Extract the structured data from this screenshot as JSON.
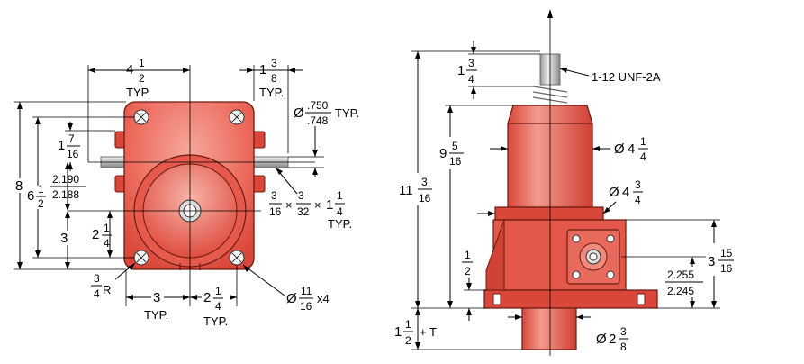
{
  "colors": {
    "body": "#e8574a",
    "body_light": "#f3a195",
    "body_dark": "#c43a2e",
    "outline": "#6a1a10",
    "shaft": "#c8c8c8"
  },
  "left_view": {
    "width_label": {
      "whole": "4",
      "num": "1",
      "den": "2",
      "note": "TYP."
    },
    "shaft_len": {
      "whole": "1",
      "num": "3",
      "den": "8",
      "note": "TYP."
    },
    "shaft_dia": {
      "prefix": "Ø",
      "num": ".750",
      "den": ".748",
      "note": "TYP."
    },
    "height_total": "8",
    "height_base": {
      "whole": "6",
      "num": "1",
      "den": "2"
    },
    "shaft_offset": {
      "whole": "1",
      "num": "7",
      "den": "16"
    },
    "center_height": {
      "num": "2.190",
      "den": "2.188"
    },
    "bottom_3": "3",
    "bottom_2q": {
      "whole": "2",
      "num": "1",
      "den": "4"
    },
    "keyway": {
      "a_num": "3",
      "a_den": "16",
      "x1": "×",
      "b_num": "3",
      "b_den": "32",
      "x2": "×",
      "c_whole": "1",
      "c_num": "1",
      "c_den": "4",
      "note": "TYP."
    },
    "radius": {
      "num": "3",
      "den": "4",
      "suffix": "R"
    },
    "hole_sp_left": {
      "whole": "3",
      "note": "TYP."
    },
    "hole_sp_right": {
      "whole": "2",
      "num": "1",
      "den": "4",
      "note": "TYP."
    },
    "holes": {
      "prefix": "Ø",
      "num": "11",
      "den": "16",
      "suffix": "x4"
    }
  },
  "right_view": {
    "thread_len": {
      "whole": "1",
      "num": "3",
      "den": "4"
    },
    "thread": "1-12 UNF-2A",
    "tube_len": {
      "whole": "9",
      "num": "5",
      "den": "16"
    },
    "tube_dia": {
      "prefix": "Ø",
      "whole": "4",
      "num": "1",
      "den": "4"
    },
    "overall": {
      "whole": "11",
      "num": "3",
      "den": "16"
    },
    "flange_dia": {
      "prefix": "Ø",
      "whole": "4",
      "num": "3",
      "den": "4"
    },
    "base_half": {
      "num": "1",
      "den": "2"
    },
    "box_h": {
      "whole": "3",
      "num": "15",
      "den": "16"
    },
    "shaft_center": {
      "num": "2.255",
      "den": "2.245"
    },
    "bottom_ext": {
      "whole": "1",
      "num": "1",
      "den": "2",
      "suffix": "+ T"
    },
    "bottom_dia": {
      "prefix": "Ø",
      "whole": "2",
      "num": "3",
      "den": "8"
    }
  }
}
